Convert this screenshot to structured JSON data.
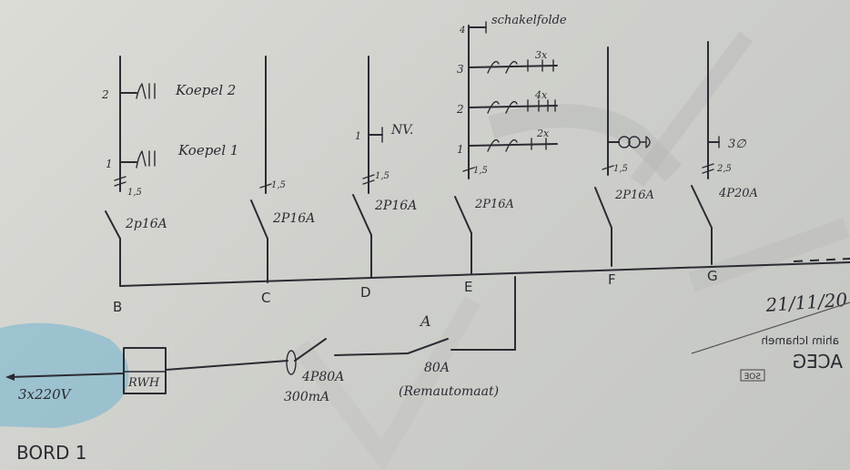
{
  "board_title": "BORD 1",
  "date": "21/11/20",
  "supply": "3x220V",
  "meter": "RWH",
  "main_breaker": {
    "rating": "4P80A",
    "residual": "300mA"
  },
  "remote_switch": {
    "label": "A",
    "rating": "80A",
    "name": "(Remautomaat)"
  },
  "branches": [
    {
      "id": "B",
      "breaker": "2p16A",
      "cable_number": "1,5",
      "circuits": [
        {
          "number": "2",
          "label": "Koepel 2"
        },
        {
          "number": "1",
          "label": "Koepel 1"
        }
      ]
    },
    {
      "id": "C",
      "breaker": "2P16A",
      "cable_number": "1,5",
      "circuits": []
    },
    {
      "id": "D",
      "breaker": "2P16A",
      "cable_number": "1,5",
      "circuits": [
        {
          "number": "1",
          "label": "NV."
        }
      ]
    },
    {
      "id": "E",
      "breaker": "2P16A",
      "cable_number": "1,5",
      "circuits": [
        {
          "number": "4",
          "label": "schakelfolde"
        },
        {
          "number": "3",
          "label": "3x"
        },
        {
          "number": "2",
          "label": "4x"
        },
        {
          "number": "1",
          "label": "2x"
        }
      ]
    },
    {
      "id": "F",
      "breaker": "2P16A",
      "cable_number": "1,5",
      "circuits": []
    },
    {
      "id": "G",
      "breaker": "4P20A",
      "cable_number": "2,5",
      "circuits": [
        {
          "number": "",
          "label": "3∅"
        }
      ]
    }
  ],
  "stamp": {
    "brand": "ACEG",
    "name": "ahim Ichameh",
    "code": "SOE"
  }
}
